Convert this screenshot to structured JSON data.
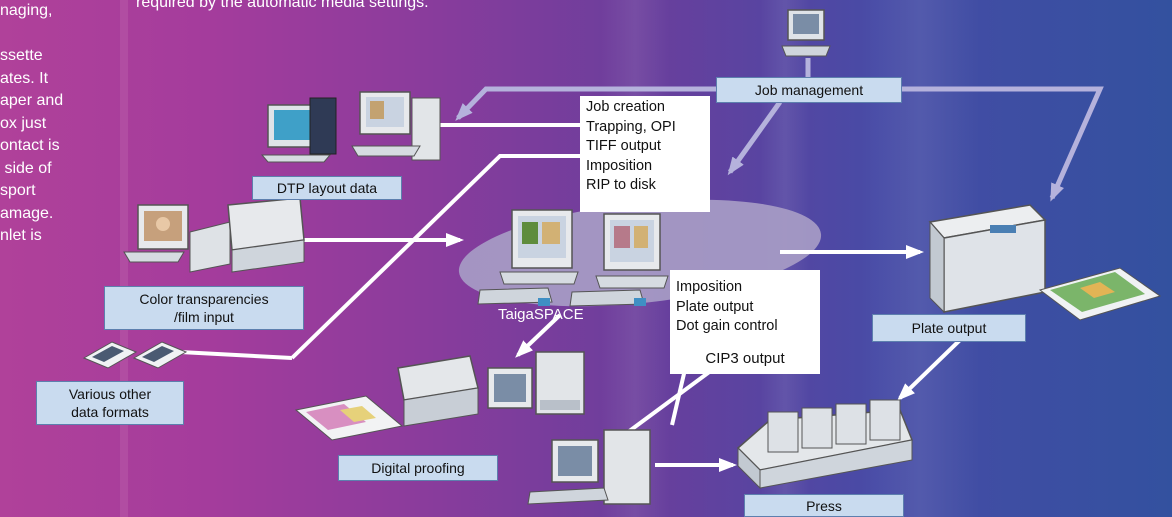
{
  "side_text": "naging,\n\nssette\nates. It\naper and\nox just\nontact is\n side of\nsport\namage.\nnlet is",
  "top_text": "required by the automatic media settings.",
  "labels": {
    "job_management": "Job management",
    "dtp_layout": "DTP layout data",
    "color_transparencies_line1": "Color transparencies",
    "color_transparencies_line2": "/film input",
    "various_line1": "Various other",
    "various_line2": "data formats",
    "digital_proofing": "Digital proofing",
    "plate_output": "Plate output",
    "press": "Press",
    "cip3_output": "CIP3 output",
    "taigaspace": "TaigaSPACE"
  },
  "job_box": [
    "Job creation",
    "Trapping, OPI",
    "TIFF output",
    "Imposition",
    "RIP to disk"
  ],
  "plate_box": [
    "Imposition",
    "Plate output",
    "Dot gain control"
  ],
  "colors": {
    "label_bg": "#c9dbef",
    "label_border": "#5d7fae",
    "arrow_white": "#ffffff",
    "arrow_lavender": "#b5b2dc",
    "ellipse": "#a79cc6"
  }
}
